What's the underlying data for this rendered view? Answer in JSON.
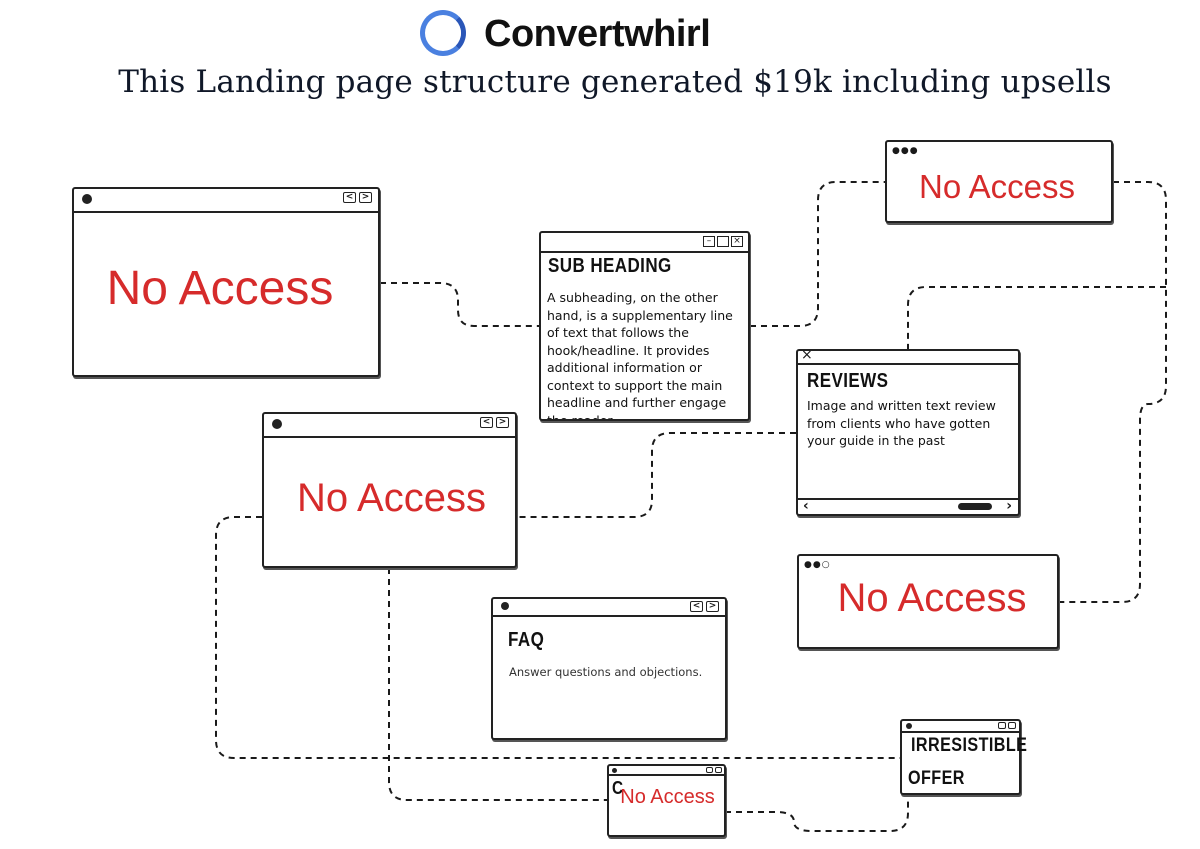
{
  "brand": {
    "name": "Convertwhirl",
    "logo_icon": "swirl-logo-icon",
    "accent": "#4a80e0"
  },
  "tagline": "This Landing page structure generated $19k including upsells",
  "restricted_text": "No Access",
  "restricted_color": "#d62b2b",
  "cards": {
    "subheading": {
      "title": "SUB HEADING",
      "body": "A subheading, on the other hand, is a supplementary line of text that follows the hook/headline. It provides additional information or context to support the main headline and further engage the reader."
    },
    "reviews": {
      "title": "REVIEWS",
      "body": "Image and written text review from clients who have gotten your guide in the past"
    },
    "faq": {
      "title": "FAQ",
      "body": "Answer questions and objections."
    },
    "offer": {
      "title_line1": "IRRESISTIBLE",
      "title_line2": "OFFER"
    },
    "cta_partial": {
      "letter": "C"
    }
  },
  "window_controls": {
    "prev": "<",
    "next": ">",
    "close": "×",
    "minimize": "–"
  }
}
